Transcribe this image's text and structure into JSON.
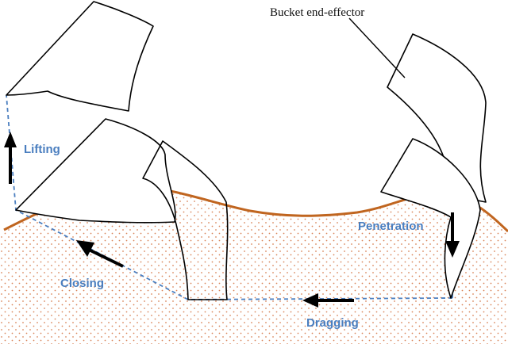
{
  "callout": {
    "label": "Bucket end-effector"
  },
  "phases": {
    "lifting": "Lifting",
    "closing": "Closing",
    "dragging": "Dragging",
    "penetration": "Penetration"
  },
  "colors": {
    "soil_surface": "#c0651f",
    "soil_dots": "#d9855a",
    "trajectory": "#4a7ebf",
    "label_text": "#4a7ebf",
    "arrows": "#000000",
    "bucket_outline": "#000000"
  },
  "icons": [
    "arrow-up-icon",
    "arrow-up-left-icon",
    "arrow-left-icon",
    "arrow-down-icon"
  ]
}
